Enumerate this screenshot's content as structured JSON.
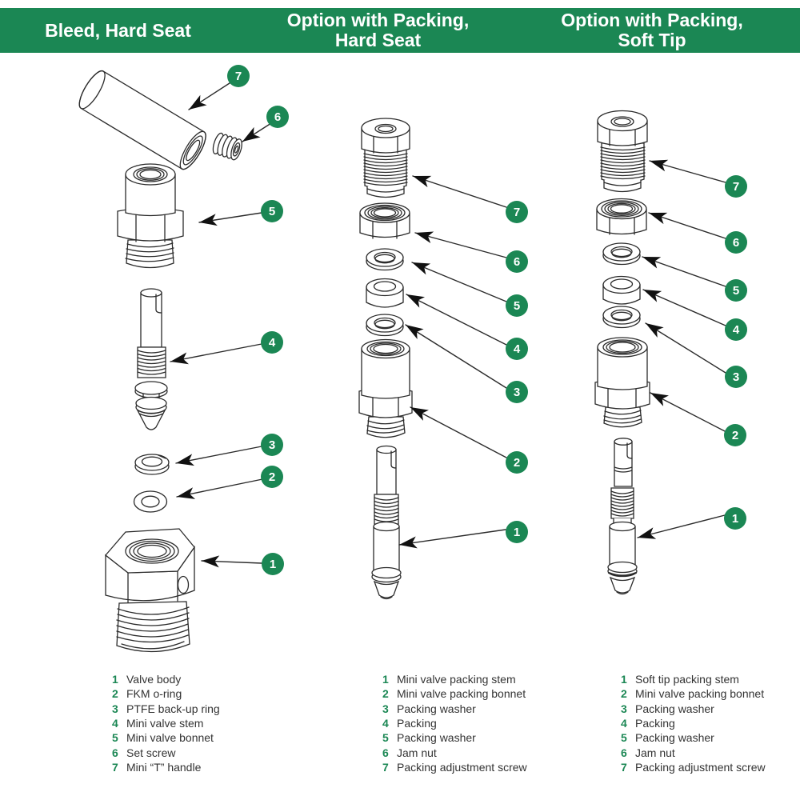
{
  "colors": {
    "green": "#1B8754",
    "ink": "#333333",
    "line": "#2B2B2B"
  },
  "columns": [
    {
      "id": "bleed-hard-seat",
      "title": [
        "Bleed, Hard Seat"
      ],
      "callout_numbers": [
        "1",
        "2",
        "3",
        "4",
        "5",
        "6",
        "7"
      ],
      "legend": [
        {
          "n": "1",
          "label": "Valve body"
        },
        {
          "n": "2",
          "label": "FKM o-ring"
        },
        {
          "n": "3",
          "label": "PTFE back-up ring"
        },
        {
          "n": "4",
          "label": "Mini valve stem"
        },
        {
          "n": "5",
          "label": "Mini valve bonnet"
        },
        {
          "n": "6",
          "label": "Set screw"
        },
        {
          "n": "7",
          "label": "Mini “T” handle"
        }
      ]
    },
    {
      "id": "option-packing-hard-seat",
      "title": [
        "Option with Packing,",
        "Hard Seat"
      ],
      "callout_numbers": [
        "1",
        "2",
        "3",
        "4",
        "5",
        "6",
        "7"
      ],
      "legend": [
        {
          "n": "1",
          "label": "Mini valve packing stem"
        },
        {
          "n": "2",
          "label": "Mini valve packing bonnet"
        },
        {
          "n": "3",
          "label": "Packing washer"
        },
        {
          "n": "4",
          "label": "Packing"
        },
        {
          "n": "5",
          "label": "Packing washer"
        },
        {
          "n": "6",
          "label": "Jam nut"
        },
        {
          "n": "7",
          "label": "Packing adjustment screw"
        }
      ]
    },
    {
      "id": "option-packing-soft-tip",
      "title": [
        "Option with Packing,",
        "Soft Tip"
      ],
      "callout_numbers": [
        "1",
        "2",
        "3",
        "4",
        "5",
        "6",
        "7"
      ],
      "legend": [
        {
          "n": "1",
          "label": "Soft tip packing stem"
        },
        {
          "n": "2",
          "label": "Mini valve packing bonnet"
        },
        {
          "n": "3",
          "label": "Packing washer"
        },
        {
          "n": "4",
          "label": "Packing"
        },
        {
          "n": "5",
          "label": "Packing washer"
        },
        {
          "n": "6",
          "label": "Jam nut"
        },
        {
          "n": "7",
          "label": "Packing adjustment screw"
        }
      ]
    }
  ]
}
